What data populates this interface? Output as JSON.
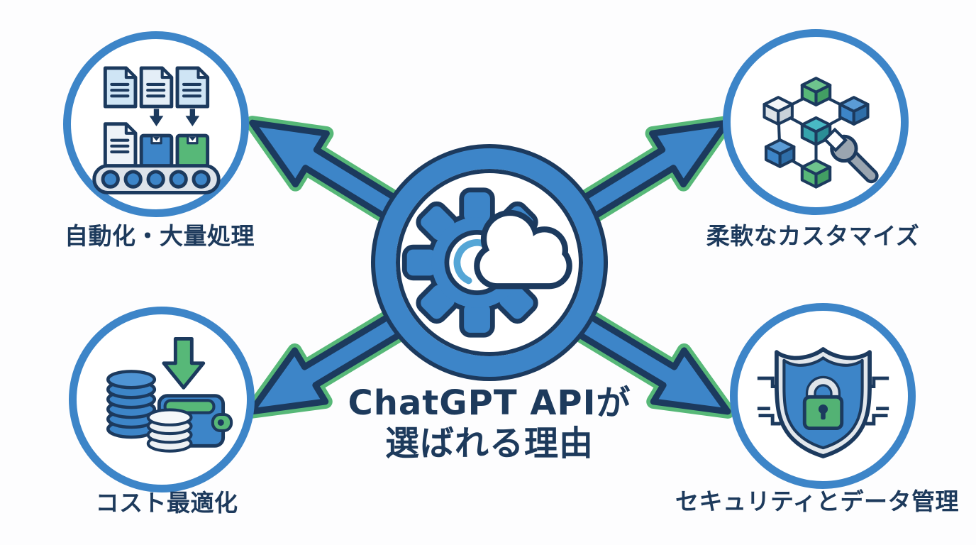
{
  "title": {
    "line1": "ChatGPT APIが",
    "line2": "選ばれる理由"
  },
  "center": {
    "icon": "gear-cloud"
  },
  "nodes": [
    {
      "label": "自動化・大量処理",
      "icon": "conveyor-documents",
      "position": "top-left"
    },
    {
      "label": "柔軟なカスタマイズ",
      "icon": "cube-network-wrench",
      "position": "top-right"
    },
    {
      "label": "コスト最適化",
      "icon": "coins-wallet-savings",
      "position": "bottom-left"
    },
    {
      "label": "セキュリティとデータ管理",
      "icon": "shield-lock",
      "position": "bottom-right"
    }
  ],
  "colors": {
    "primary_blue": "#3d85c8",
    "outline_navy": "#1c3a5e",
    "accent_green": "#57b878",
    "text_navy": "#1d3a5c",
    "light_blue_doc": "#cfe5f5",
    "teal_cube": "#36a4ad",
    "silver": "#dfe4e9"
  }
}
